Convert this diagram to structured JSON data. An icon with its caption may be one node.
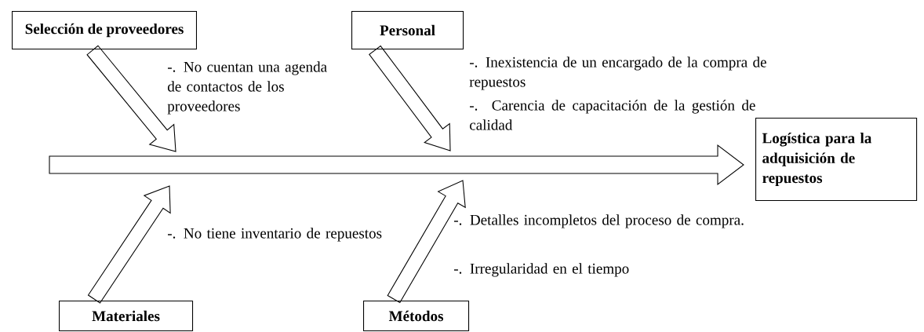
{
  "diagram": {
    "nodes": [
      {
        "text": [
          "Selección de proveedores"
        ]
      },
      {
        "text": [
          "Personal"
        ]
      },
      {
        "text": [
          "Logística para la adquisición de repuestos"
        ]
      },
      {
        "text": [
          "Materiales"
        ]
      },
      {
        "text": [
          "Métodos"
        ]
      }
    ],
    "edges": [
      {
        "from": 0,
        "to": null,
        "arrow": "to"
      },
      {
        "from": 1,
        "to": null,
        "arrow": "to"
      },
      {
        "from": 3,
        "to": null,
        "arrow": "to"
      },
      {
        "from": 4,
        "to": null,
        "arrow": "to"
      },
      {
        "from": null,
        "to": 2,
        "arrow": "to"
      }
    ],
    "labels": [
      "-. No cuentan una agenda de contactos de los proveedores",
      "-. Inexistencia de un encargado de la compra de repuestos",
      "-. Carencia de capacitación de la gestión de calidad",
      "-. No tiene inventario de repuestos",
      "-. Detalles incompletos del proceso de compra.",
      "-. Irregularidad en el tiempo"
    ]
  }
}
